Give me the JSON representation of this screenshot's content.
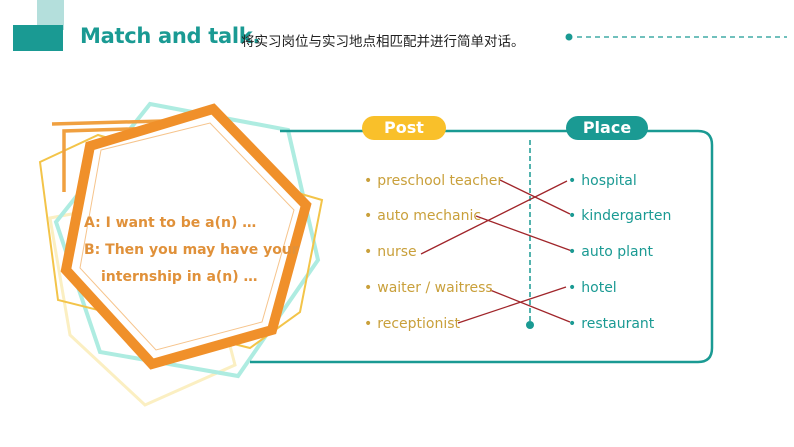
{
  "header": {
    "title": "Match and talk.",
    "instruction": "将实习岗位与实习地点相匹配并进行简单对话。"
  },
  "dialogue": {
    "line_a": "A: I want to be a(n) …",
    "line_b1": "B: Then you may have your",
    "line_b2": "internship in a(n) …"
  },
  "columns": {
    "post_label": "Post",
    "place_label": "Place"
  },
  "posts": [
    "preschool teacher",
    "auto mechanic",
    "nurse",
    "waiter / waitress",
    "receptionist"
  ],
  "places": [
    "hospital",
    "kindergarten",
    "auto plant",
    "hotel",
    "restaurant"
  ],
  "matches": [
    {
      "post": "preschool teacher",
      "place": "kindergarten"
    },
    {
      "post": "auto mechanic",
      "place": "auto plant"
    },
    {
      "post": "nurse",
      "place": "hospital"
    },
    {
      "post": "waiter / waitress",
      "place": "restaurant"
    },
    {
      "post": "receptionist",
      "place": "hotel"
    }
  ],
  "colors": {
    "teal": "#1a9a93",
    "orange": "#f0902a",
    "gold": "#f9c02a",
    "post_text": "#c9a03b",
    "match_line": "#a0252a"
  }
}
